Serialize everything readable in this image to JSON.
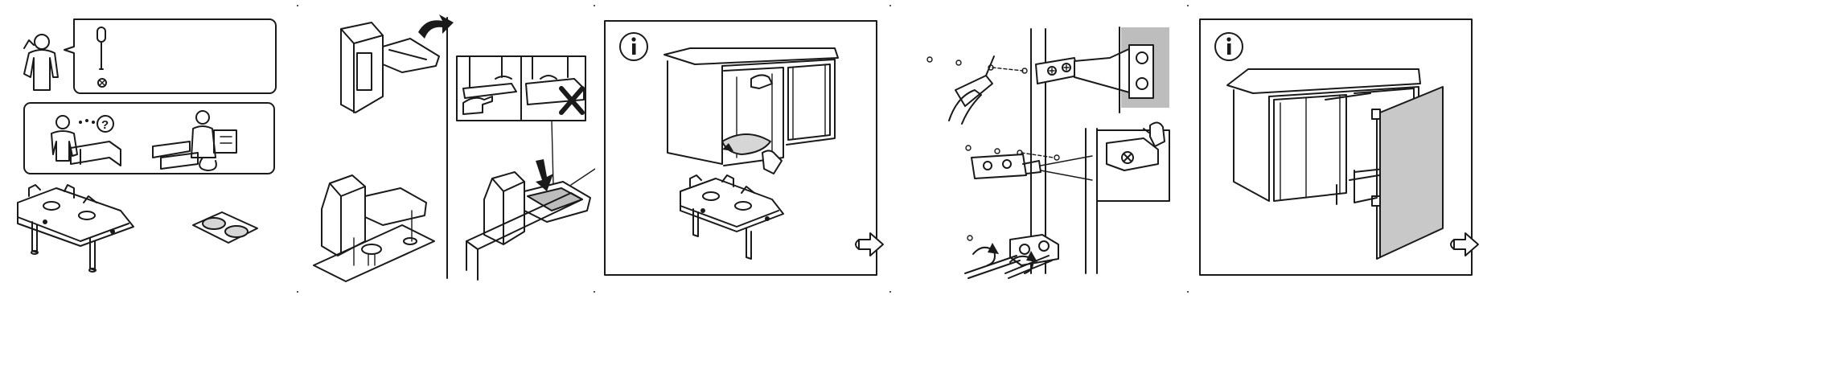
{
  "document": {
    "pages": [
      {
        "id": "page-1",
        "panels": [
          "tools-required",
          "assembly-tips",
          "hinge-plate-parts"
        ]
      },
      {
        "id": "page-2",
        "panels": [
          "hinge-unclip",
          "correct-vs-wrong",
          "hinge-press-mount"
        ]
      },
      {
        "id": "page-3",
        "panels": [
          "info-cabinet-screw"
        ],
        "next": true
      },
      {
        "id": "page-4",
        "panels": [
          "hinge-adjust-screws"
        ]
      },
      {
        "id": "page-5",
        "panels": [
          "info-door-mounted"
        ],
        "next": true
      }
    ],
    "icons": {
      "info": "info-icon",
      "next": "next-page-arrow-icon",
      "wrong": "cross-icon",
      "question": "question-icon"
    },
    "colors": {
      "ink": "#1a1a1a",
      "panel_gray": "#bdbdbd",
      "door_gray": "#c8c8c8",
      "paper": "#ffffff"
    }
  }
}
